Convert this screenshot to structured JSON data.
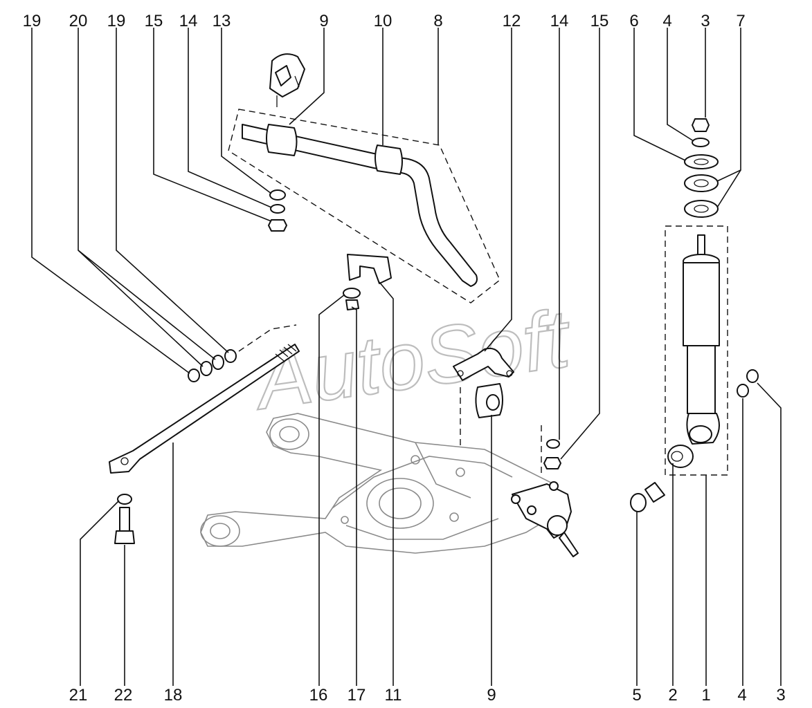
{
  "watermark": "AutoSoft",
  "top_labels": [
    "19",
    "20",
    "19",
    "15",
    "14",
    "13",
    "9",
    "10",
    "8",
    "12",
    "14",
    "15",
    "6",
    "4",
    "3",
    "7"
  ],
  "right_labels": [
    "4",
    "3"
  ],
  "bottom_labels": [
    "21",
    "22",
    "18",
    "16",
    "17",
    "11",
    "9",
    "5",
    "2",
    "1",
    "4",
    "3"
  ]
}
